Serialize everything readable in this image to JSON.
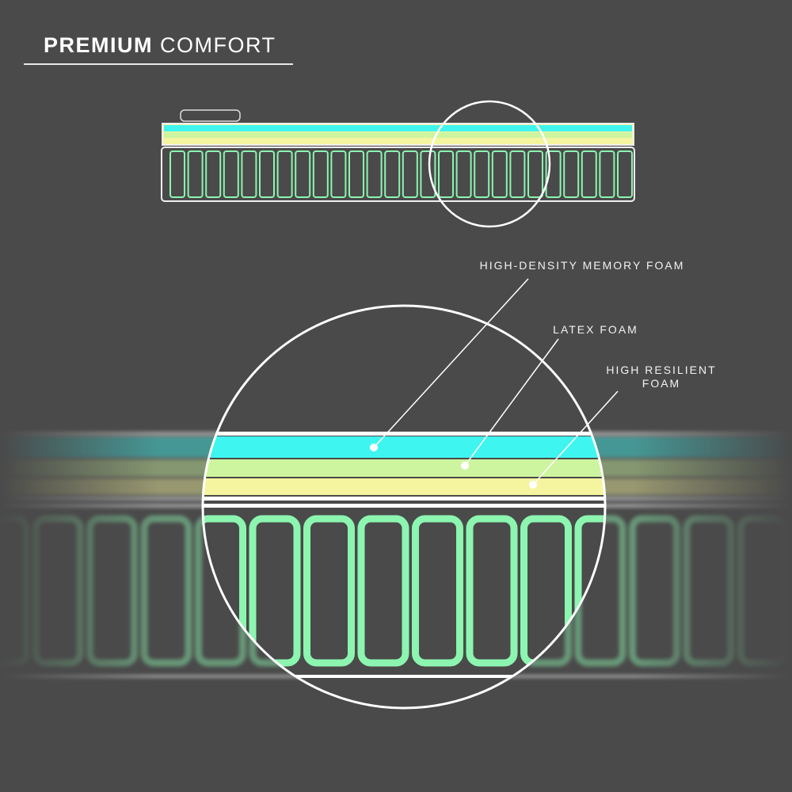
{
  "title": {
    "bold": "PREMIUM",
    "light": "COMFORT"
  },
  "labels": {
    "memory_foam": "HIGH-DENSITY MEMORY FOAM",
    "latex_foam": "LATEX FOAM",
    "high_resilient_line1": "HIGH RESILIENT",
    "high_resilient_line2": "FOAM"
  },
  "colors": {
    "background": "#4a4a4a",
    "memory_foam": "#3ff5f0",
    "latex_foam": "#cdf5a0",
    "high_resilient_foam": "#f5f5a0",
    "springs": "#8cf5b0"
  }
}
